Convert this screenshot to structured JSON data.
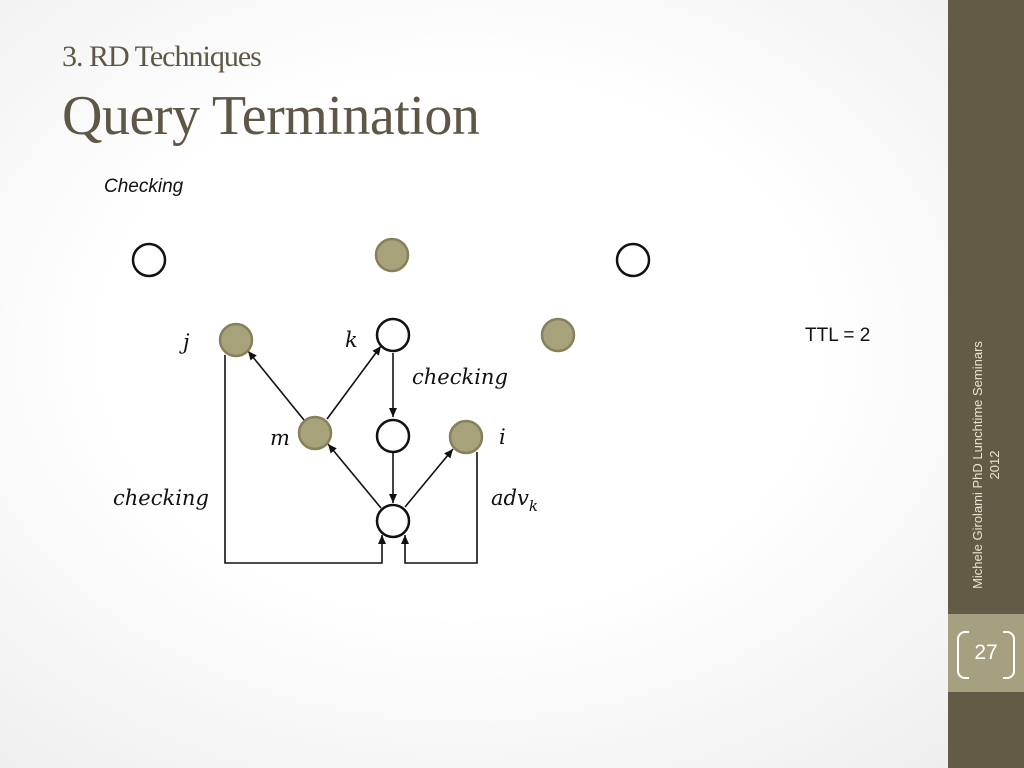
{
  "slide": {
    "subtitle": "3. RD Techniques",
    "title": "Query Termination",
    "caption": "Checking",
    "ttl": "TTL = 2",
    "sidebar_text": "Michele Girolami PhD Lunchtime Seminars 2012",
    "page_number": "27"
  },
  "colors": {
    "accent": "#625c46",
    "node_fill": "#a7a27a",
    "page_box": "#a7a080"
  },
  "diagram": {
    "labels": {
      "j": "j",
      "k": "k",
      "m": "m",
      "i": "i",
      "checking_right": "checking",
      "checking_left": "checking",
      "adv": "adv",
      "adv_sub": "k"
    }
  }
}
